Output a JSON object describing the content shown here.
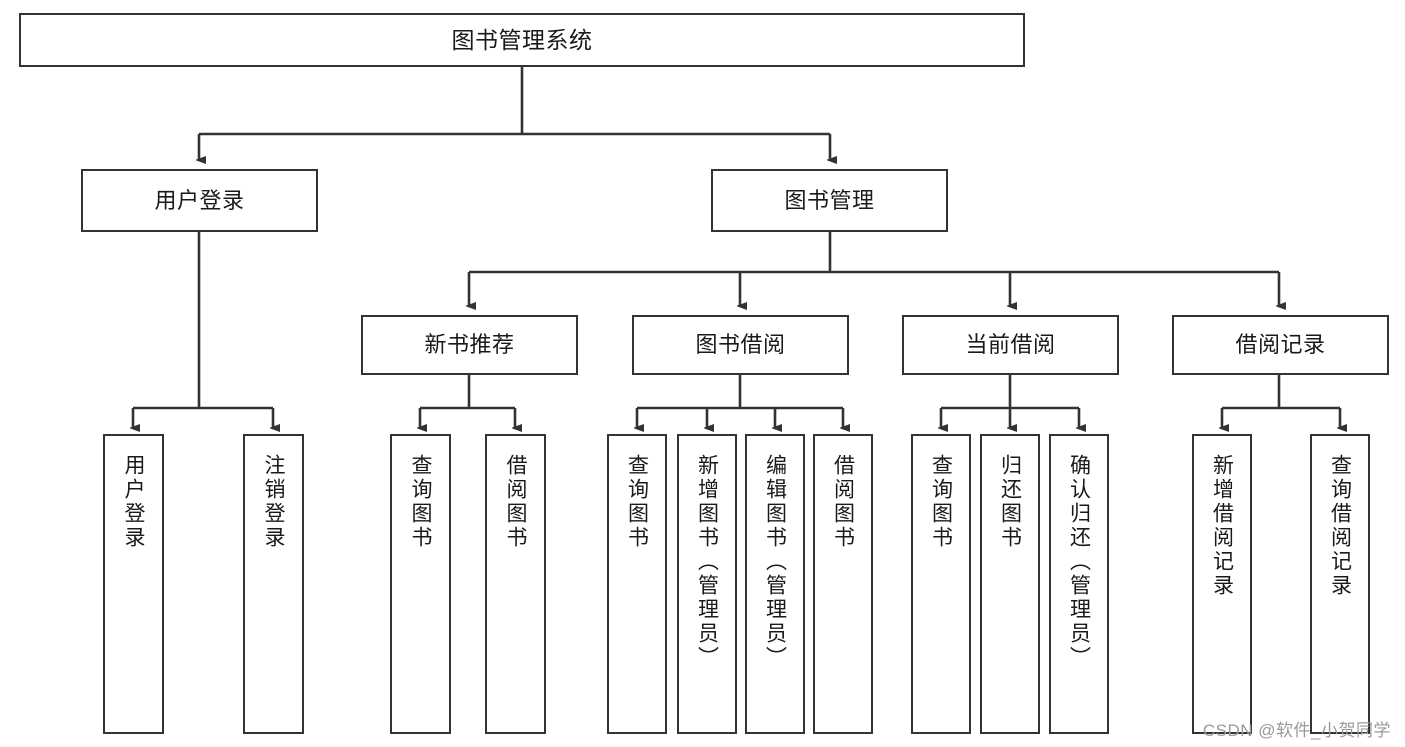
{
  "diagram": {
    "title": "图书管理系统",
    "type": "tree",
    "root": {
      "id": "root",
      "label": "图书管理系统",
      "orientation": "horizontal"
    },
    "level1": [
      {
        "id": "user-login",
        "label": "用户登录",
        "orientation": "horizontal"
      },
      {
        "id": "book-manage",
        "label": "图书管理",
        "orientation": "horizontal"
      }
    ],
    "level2": [
      {
        "id": "new-book-recommend",
        "label": "新书推荐",
        "orientation": "horizontal",
        "parent": "book-manage"
      },
      {
        "id": "book-borrow",
        "label": "图书借阅",
        "orientation": "horizontal",
        "parent": "book-manage"
      },
      {
        "id": "current-borrow",
        "label": "当前借阅",
        "orientation": "horizontal",
        "parent": "book-manage"
      },
      {
        "id": "borrow-record",
        "label": "借阅记录",
        "orientation": "horizontal",
        "parent": "book-manage"
      }
    ],
    "leaves": [
      {
        "id": "leaf-user-login",
        "label": "用户登录",
        "parent": "user-login"
      },
      {
        "id": "leaf-user-logout",
        "label": "注销登录",
        "parent": "user-login"
      },
      {
        "id": "leaf-query-book-1",
        "label": "查询图书",
        "parent": "new-book-recommend"
      },
      {
        "id": "leaf-borrow-book-1",
        "label": "借阅图书",
        "parent": "new-book-recommend"
      },
      {
        "id": "leaf-query-book-2",
        "label": "查询图书",
        "parent": "book-borrow"
      },
      {
        "id": "leaf-add-book",
        "label": "新增图书（管理员）",
        "parent": "book-borrow"
      },
      {
        "id": "leaf-edit-book",
        "label": "编辑图书（管理员）",
        "parent": "book-borrow"
      },
      {
        "id": "leaf-borrow-book-2",
        "label": "借阅图书",
        "parent": "book-borrow"
      },
      {
        "id": "leaf-query-book-3",
        "label": "查询图书",
        "parent": "current-borrow"
      },
      {
        "id": "leaf-return-book",
        "label": "归还图书",
        "parent": "current-borrow"
      },
      {
        "id": "leaf-confirm-return",
        "label": "确认归还（管理员）",
        "parent": "current-borrow"
      },
      {
        "id": "leaf-add-record",
        "label": "新增借阅记录",
        "parent": "borrow-record"
      },
      {
        "id": "leaf-query-record",
        "label": "查询借阅记录",
        "parent": "borrow-record"
      }
    ],
    "watermark": "CSDN @软件_小贺同学",
    "colors": {
      "border": "#333333",
      "background": "#ffffff",
      "text": "#1a1a1a",
      "connector": "#333333",
      "watermark": "#9a9a9a"
    }
  }
}
